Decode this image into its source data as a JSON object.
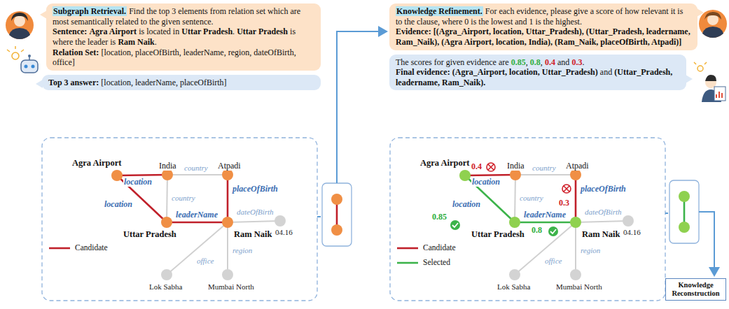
{
  "diagram": {
    "nodes": [
      {
        "text": [
          "Subgraph Retrieval.",
          "Find the top 3 elements from relation set which are most semantically related to the given sentence.",
          "Sentence:",
          "Agra Airport",
          "is located in",
          "Uttar Pradesh",
          ".",
          "Uttar Pradesh",
          "is where the leader is",
          "Ram Naik",
          ".",
          "Relation Set:",
          "[location, placeOfBirth, leaderName, region, dateOfBirth, office]"
        ]
      },
      {
        "text": [
          "Top 3 answer:",
          "[location, leaderName, placeOfBirth]"
        ]
      },
      {
        "text": [
          "Knowledge Refinement.",
          "For each evidence, please give a score of how relevant it is to the clause, where 0 is the lowest and 1 is the highest.",
          "Evidence:",
          "[(Agra_Airport, location, Uttar_Pradesh), (Uttar_Pradesh, leadername, Ram_Naik), (Agra Airport, location, India), (Ram_Naik, placeOfBirth, Atpadi)]"
        ]
      },
      {
        "text": [
          "The scores for given evidence are",
          "0.85",
          ",",
          "0.8",
          ",",
          "0.4",
          "and",
          "0.3",
          ".",
          "Final evidence:",
          "(Agra_Airport, location, Uttar_Pradesh)",
          "and",
          "(Uttar_Pradesh, leadername, Ram_Naik)."
        ]
      },
      {
        "text": [
          "Knowledge Reconstruction"
        ]
      }
    ],
    "labels": [
      "Agra Airport",
      "India",
      "Atpadi",
      "Uttar Pradesh",
      "Ram Naik",
      "04.16",
      "Lok Sabha",
      "Mumbai North",
      "location",
      "location",
      "country",
      "country",
      "leaderName",
      "placeOfBirth",
      "dateOfBirth",
      "office",
      "region",
      "Agra Airport",
      "India",
      "Atpadi",
      "Uttar Pradesh",
      "Ram Naik",
      "04.16",
      "Lok Sabha",
      "Mumbai North",
      "location",
      "location",
      "country",
      "country",
      "leaderName",
      "placeOfBirth",
      "dateOfBirth",
      "office",
      "region",
      "0.4",
      "0.85",
      "0.8",
      "0.3"
    ],
    "legend": [
      {
        "text": "Candidate"
      },
      {
        "text": "Candidate"
      },
      {
        "text": "Selected"
      }
    ]
  }
}
